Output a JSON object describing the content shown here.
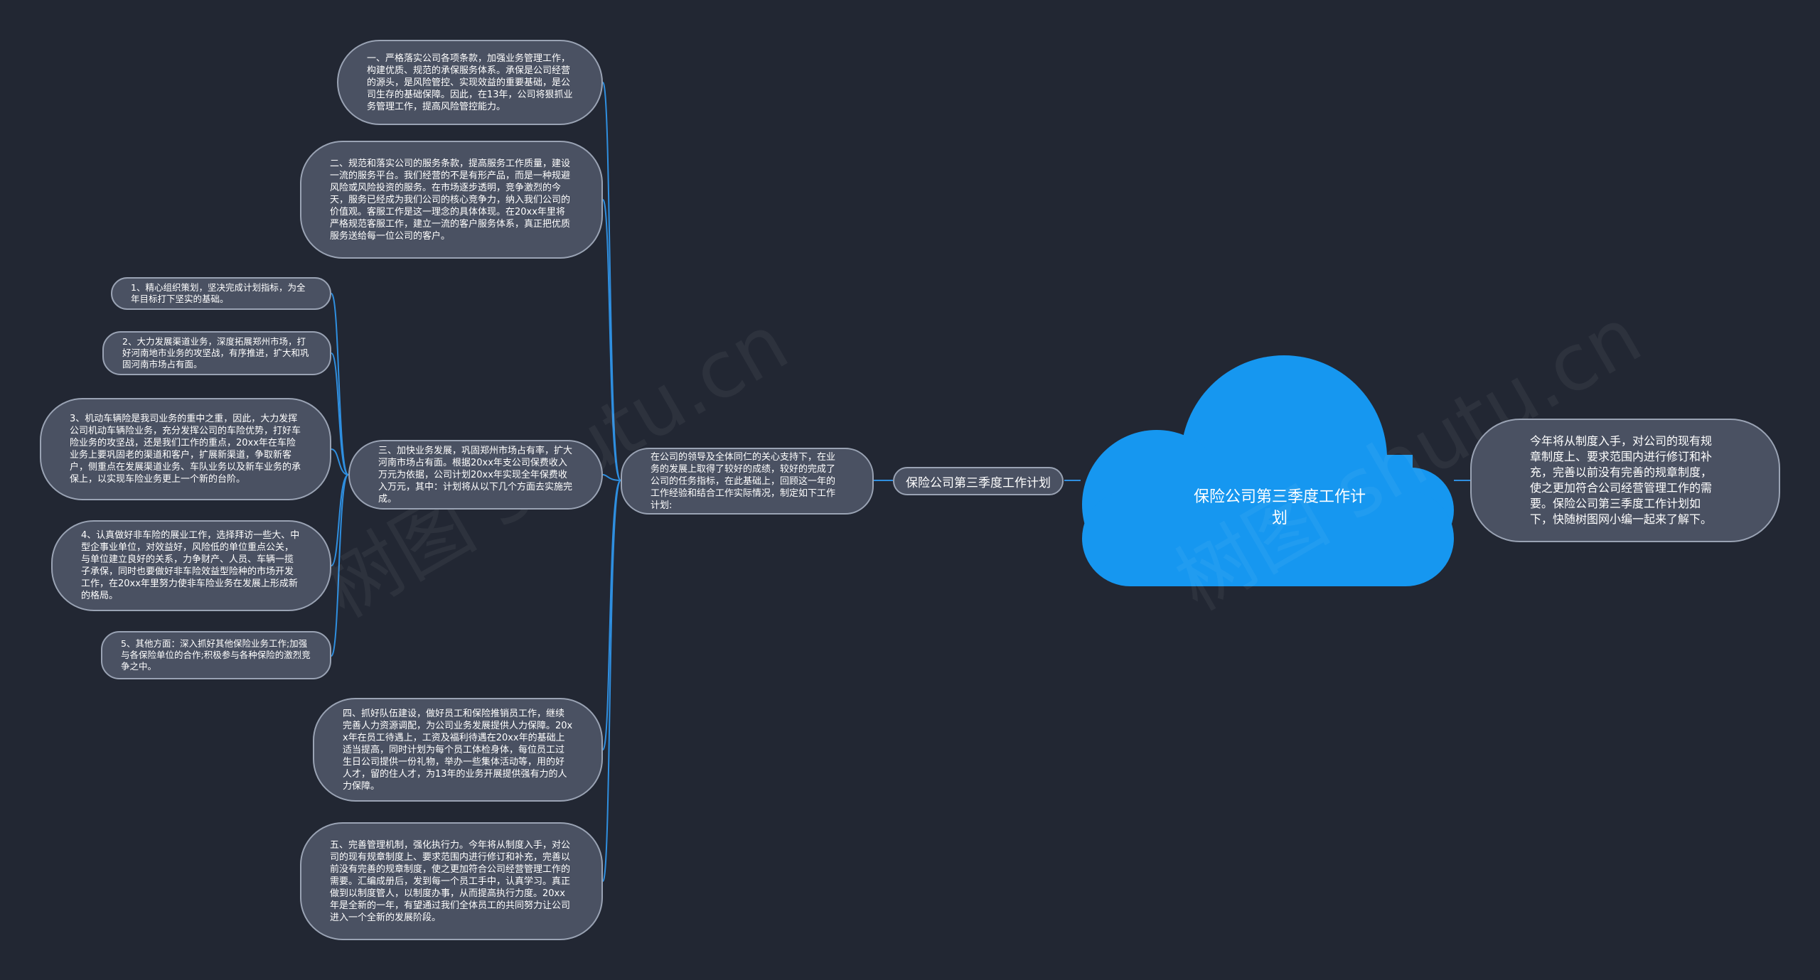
{
  "root": {
    "title": "保险公司第三季度工作计\n划",
    "summary": "今年将从制度入手，对公司的现有规章制度上、要求范围内进行修订和补充，完善以前没有完善的规章制度，使之更加符合公司经营管理工作的需要。保险公司第三季度工作计划如下，快随树图网小编一起来了解下。"
  },
  "branch": {
    "label": "保险公司第三季度工作计划",
    "intro": "在公司的领导及全体同仁的关心支持下，在业务的发展上取得了较好的成绩，较好的完成了公司的任务指标，在此基础上，回顾这一年的工作经验和结合工作实际情况，制定如下工作计划:"
  },
  "items": [
    "一、严格落实公司各项条款，加强业务管理工作，构建优质、规范的承保服务体系。承保是公司经营的源头，是风险管控、实现效益的重要基础，是公司生存的基础保障。因此，在13年，公司将狠抓业务管理工作，提高风险管控能力。",
    "二、规范和落实公司的服务条款，提高服务工作质量，建设一流的服务平台。我们经营的不是有形产品，而是一种规避风险或风险投资的服务。在市场逐步透明，竞争激烈的今天，服务已经成为我们公司的核心竞争力，纳入我们公司的价值观。客服工作是这一理念的具体体现。在20xx年里将严格规范客服工作，建立一流的客户服务体系，真正把优质服务送给每一位公司的客户。",
    "三、加快业务发展，巩固郑州市场占有率，扩大河南市场占有面。根据20xx年支公司保费收入万元为依据，公司计划20xx年实现全年保费收入万元，其中：计划将从以下几个方面去实施完成。",
    "四、抓好队伍建设，做好员工和保险推销员工作，继续完善人力资源调配，为公司业务发展提供人力保障。20xx年在员工待遇上，工资及福利待遇在20xx年的基础上适当提高，同时计划为每个员工体检身体，每位员工过生日公司提供一份礼物，举办一些集体活动等，用的好人才，留的住人才，为13年的业务开展提供强有力的人力保障。",
    "五、完善管理机制，强化执行力。今年将从制度入手，对公司的现有规章制度上、要求范围内进行修订和补充，完善以前没有完善的规章制度，使之更加符合公司经营管理工作的需要。汇编成册后，发到每一个员工手中，认真学习。真正做到以制度管人，以制度办事，从而提高执行力度。20xx年是全新的一年，有望通过我们全体员工的共同努力让公司进入一个全新的发展阶段。"
  ],
  "subitems": [
    "1、精心组织策划，坚决完成计划指标，为全年目标打下坚实的基础。",
    "2、大力发展渠道业务，深度拓展郑州市场，打好河南地市业务的攻坚战，有序推进，扩大和巩固河南市场占有面。",
    "3、机动车辆险是我司业务的重中之重，因此，大力发挥公司机动车辆险业务，充分发挥公司的车险优势，打好车险业务的攻坚战，还是我们工作的重点，20xx年在车险业务上要巩固老的渠道和客户，扩展新渠道，争取新客户，侧重点在发展渠道业务、车队业务以及新车业务的承保上，以实现车险业务更上一个新的台阶。",
    "4、认真做好非车险的展业工作，选择拜访一些大、中型企事业单位，对效益好，风险低的单位重点公关，与单位建立良好的关系，力争财产、人员、车辆一揽子承保，同时也要做好非车险效益型险种的市场开发工作，在20xx年里努力使非车险业务在发展上形成新的格局。",
    "5、其他方面：深入抓好其他保险业务工作;加强与各保险单位的合作;积极参与各种保险的激烈竞争之中。"
  ],
  "watermark": "树图 shutu.cn",
  "colors": {
    "background": "#222733",
    "node_fill": "#4a5162",
    "node_border": "#9aa3b4",
    "link": "#2f8fe0",
    "cloud": "#1697f0"
  }
}
